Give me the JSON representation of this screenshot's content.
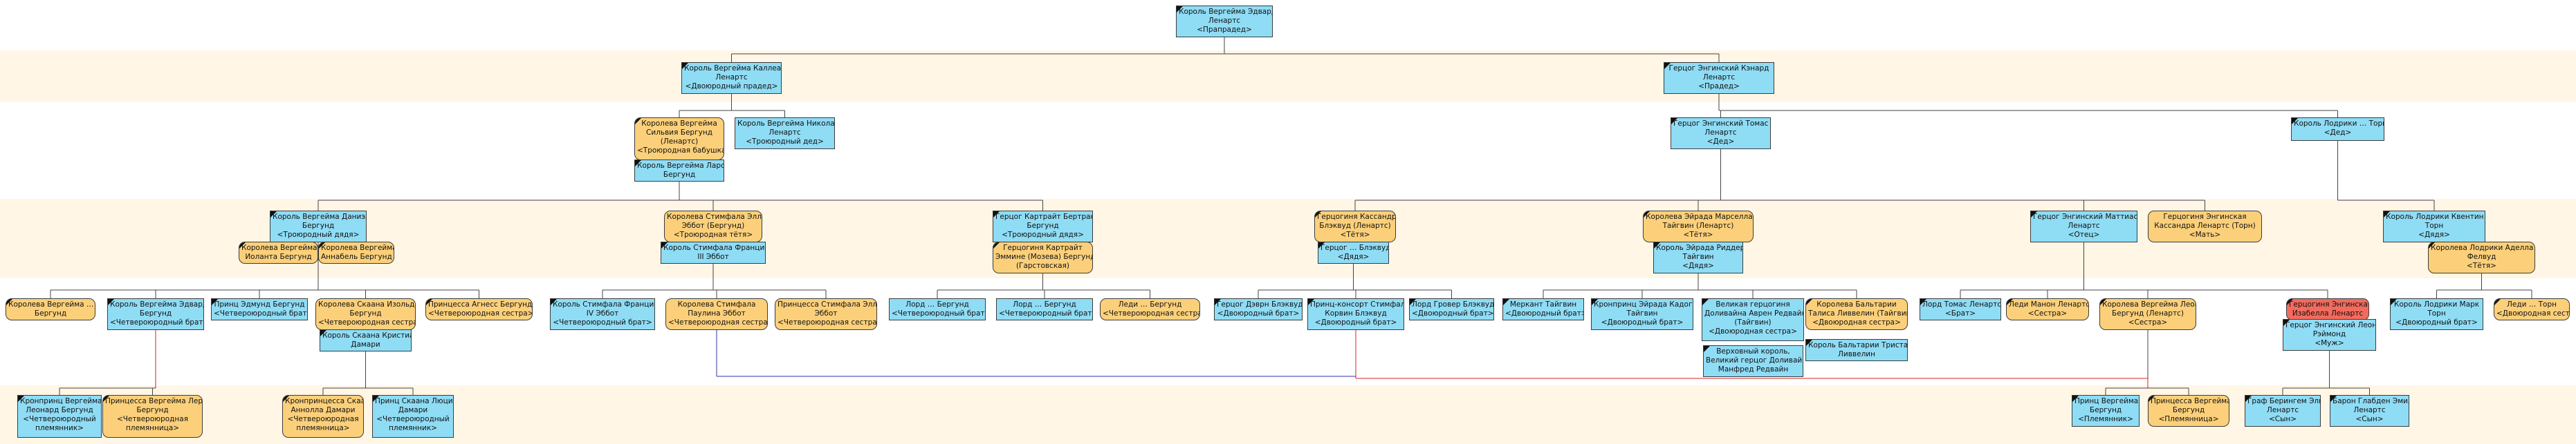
{
  "nodes": {
    "n1": {
      "lines": [
        "Король Вергейма Эдвард",
        "Ленартс",
        "<Прапрадед>"
      ]
    },
    "n2": {
      "lines": [
        "Король Вергейма Каллеан",
        "Ленартс",
        "<Двоюродный прадед>"
      ]
    },
    "n3": {
      "lines": [
        "Герцог Энгинский Кэнард",
        "Ленартс",
        "<Прадед>"
      ]
    },
    "n4": {
      "lines": [
        "Королева Вергейма",
        "Сильвия Бергунд",
        "(Ленартс)",
        "<Троюродная бабушка>"
      ]
    },
    "n5": {
      "lines": [
        "Король Вергейма Николас",
        "Ленартс",
        "<Троюродный дед>"
      ]
    },
    "n6": {
      "lines": [
        "Король Вергейма Ларс",
        "Бергунд"
      ]
    },
    "n7": {
      "lines": [
        "Герцог Энгинский Томас",
        "Ленартс",
        "<Дед>"
      ]
    },
    "n8": {
      "lines": [
        "Король Лодрики … Торн",
        "<Дед>"
      ]
    },
    "n9": {
      "lines": [
        "Король Вергейма Даниэл",
        "Бергунд",
        "<Троюродный дядя>"
      ]
    },
    "n10": {
      "lines": [
        "Королева Вергейма",
        "Иоланта Бергунд"
      ]
    },
    "n11": {
      "lines": [
        "Королева Вергейма",
        "Аннабель Бергунд"
      ]
    },
    "n12": {
      "lines": [
        "Королева Стимфала Элли",
        "Эббот (Бергунд)",
        "<Троюродная тётя>"
      ]
    },
    "n13": {
      "lines": [
        "Король Стимфала Франциск",
        "III Эббот"
      ]
    },
    "n14": {
      "lines": [
        "Герцог Картрайт Бертранд",
        "Бергунд",
        "<Троюродный дядя>"
      ]
    },
    "n15": {
      "lines": [
        "Герцогиня Картрайт",
        "Эммине (Мозева) Бергунд",
        "(Гарстовская)"
      ]
    },
    "n16": {
      "lines": [
        "Герцогиня Кассандра",
        "Блэквуд (Ленартс)",
        "<Тётя>"
      ]
    },
    "n17": {
      "lines": [
        "Герцог … Блэквуд",
        "<Дядя>"
      ]
    },
    "n18": {
      "lines": [
        "Королева Эйрада Марселла",
        "Тайгвин (Ленартс)",
        "<Тётя>"
      ]
    },
    "n19": {
      "lines": [
        "Король Эйрада Риддерх",
        "Тайгвин",
        "<Дядя>"
      ]
    },
    "n20": {
      "lines": [
        "Герцог Энгинский Маттиас",
        "Ленартс",
        "<Отец>"
      ]
    },
    "n21": {
      "lines": [
        "Герцогиня Энгинская",
        "Кассандра Ленартс (Торн)",
        "<Мать>"
      ]
    },
    "n22": {
      "lines": [
        "Король Лодрики Квентин",
        "Торн",
        "<Дядя>"
      ]
    },
    "n23": {
      "lines": [
        "Королева Лодрики Аделла",
        "Фелвуд",
        "<Тётя>"
      ]
    },
    "n24": {
      "lines": [
        "Королева Вергейма …",
        "Бергунд"
      ]
    },
    "n25": {
      "lines": [
        "Король Вергейма Эдвард",
        "Бергунд",
        "<Четвероюродный брат>"
      ]
    },
    "n26": {
      "lines": [
        "Принц Эдмунд Бергунд",
        "<Четвероюродный брат>"
      ]
    },
    "n27": {
      "lines": [
        "Королева Скаана Изольда",
        "Бергунд",
        "<Четвероюродная сестра>"
      ]
    },
    "n28": {
      "lines": [
        "Принцесса Агнесс Бергунд",
        "<Четвероюродная сестра>"
      ]
    },
    "n29": {
      "lines": [
        "Король Скаана Кристиан",
        "Дамари"
      ]
    },
    "n30": {
      "lines": [
        "Король Стимфала Франциск",
        "IV Эббот",
        "<Четвероюродный брат>"
      ]
    },
    "n31": {
      "lines": [
        "Королева Стимфала",
        "Паулина Эббот",
        "<Четвероюродная сестра>"
      ]
    },
    "n32": {
      "lines": [
        "Принцесса Стимфала Эллия",
        "Эббот",
        "<Четвероюродная сестра>"
      ]
    },
    "n33": {
      "lines": [
        "Лорд … Бергунд",
        "<Четвероюродный брат>"
      ]
    },
    "n34": {
      "lines": [
        "Лорд … Бергунд",
        "<Четвероюродный брат>"
      ]
    },
    "n35": {
      "lines": [
        "Леди … Бергунд",
        "<Четвероюродная сестра>"
      ]
    },
    "n36": {
      "lines": [
        "Герцог Дэврн Блэквуд",
        "<Двоюродный брат>"
      ]
    },
    "n37": {
      "lines": [
        "Принц-консорт Стимфала",
        "Корвин Блэквуд",
        "<Двоюродный брат>"
      ]
    },
    "n38": {
      "lines": [
        "Лорд Гровер Блэквуд",
        "<Двоюродный брат>"
      ]
    },
    "n39": {
      "lines": [
        "Меркант Тайгвин",
        "<Двоюродный брат>"
      ]
    },
    "n40": {
      "lines": [
        "Кронпринц Эйрада Кадогар",
        "Тайгвин",
        "<Двоюродный брат>"
      ]
    },
    "n41": {
      "lines": [
        "Великая герцогиня",
        "Доливайна Аврен Редвайн",
        "(Тайгвин)",
        "<Двоюродная сестра>"
      ]
    },
    "n42": {
      "lines": [
        "Королева Бальтарии",
        "Талиса Ливвелин (Тайгвин)",
        "<Двоюродная сестра>"
      ]
    },
    "n43": {
      "lines": [
        "Верховный король,",
        "Великий герцог Доливайна",
        "Манфред Редвайн"
      ]
    },
    "n44": {
      "lines": [
        "Король Бальтарии Тристан",
        "Ливвелин"
      ]
    },
    "n45": {
      "lines": [
        "Лорд Томас Ленартс",
        "<Брат>"
      ]
    },
    "n46": {
      "lines": [
        "Леди Манон Ленартс",
        "<Сестра>"
      ]
    },
    "n47": {
      "lines": [
        "Королева Вергейма Леония",
        "Бергунд (Ленартс)",
        "<Сестра>"
      ]
    },
    "n48": {
      "lines": [
        "Герцогиня Энгинская",
        "Изабелла Ленартс"
      ]
    },
    "n49": {
      "lines": [
        "Герцог Энгинский Леон",
        "Рэймонд",
        "<Муж>"
      ]
    },
    "n50": {
      "lines": [
        "Король Лодрики Марк",
        "Торн",
        "<Двоюродный брат>"
      ]
    },
    "n51": {
      "lines": [
        "Леди … Торн",
        "<Двоюродная сестра>"
      ]
    },
    "n52": {
      "lines": [
        "Кронпринц Вергейма",
        "Леонард Бергунд",
        "<Четвероюродный",
        "племянник>"
      ]
    },
    "n53": {
      "lines": [
        "Принцесса Вергейма Лереня",
        "Бергунд",
        "<Четвероюродная",
        "племянница>"
      ]
    },
    "n54": {
      "lines": [
        "Кронпринцесса Скаана",
        "Аннолла Дамари",
        "<Четвероюродная",
        "племянница>"
      ]
    },
    "n55": {
      "lines": [
        "Принц Скаана Люциан",
        "Дамари",
        "<Четвероюродный",
        "племянник>"
      ]
    },
    "n56": {
      "lines": [
        "Принц Вергейма …",
        "Бергунд",
        "<Племянник>"
      ]
    },
    "n57": {
      "lines": [
        "Принцесса Вергейма …",
        "Бергунд",
        "<Племянница>"
      ]
    },
    "n58": {
      "lines": [
        "Граф Берингем Элиас",
        "Ленартс",
        "<Сын>"
      ]
    },
    "n59": {
      "lines": [
        "Барон Глабден Эмиль",
        "Ленартс",
        "<Сын>"
      ]
    }
  }
}
